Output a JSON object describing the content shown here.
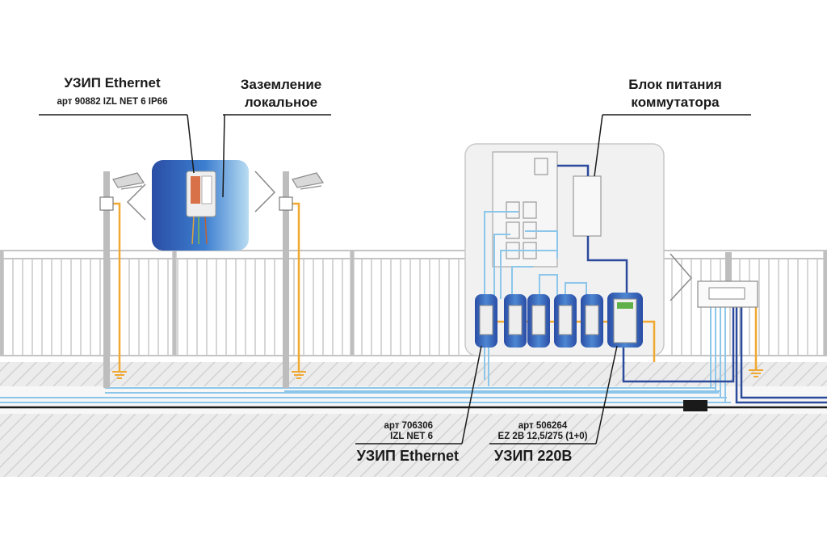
{
  "labels": {
    "spd_ethernet_top": {
      "title": "УЗИП Ethernet",
      "article": "арт 90882 IZL NET 6 IP66"
    },
    "local_grounding": {
      "line1": "Заземление",
      "line2": "локальное"
    },
    "switch_power_supply": {
      "line1": "Блок питания",
      "line2": "коммутатора"
    },
    "spd_ethernet_bottom": {
      "article_line1": "арт 706306",
      "article_line2": "IZL NET 6",
      "title": "УЗИП Ethernet"
    },
    "spd_220v": {
      "article_line1": "арт 506264",
      "article_line2": "EZ 2В 12,5/275 (1+0)",
      "title": "УЗИП 220В"
    }
  },
  "colors": {
    "ethernet_cable": "#8cc6ea",
    "power_cable": "#2b4a9c",
    "ground_wire": "#f0a830",
    "fence": "#bfbfbf",
    "ground_hatch": "#c9c9c9",
    "module_highlight": "#2e53a8",
    "cabinet": "#f1f1f1"
  }
}
